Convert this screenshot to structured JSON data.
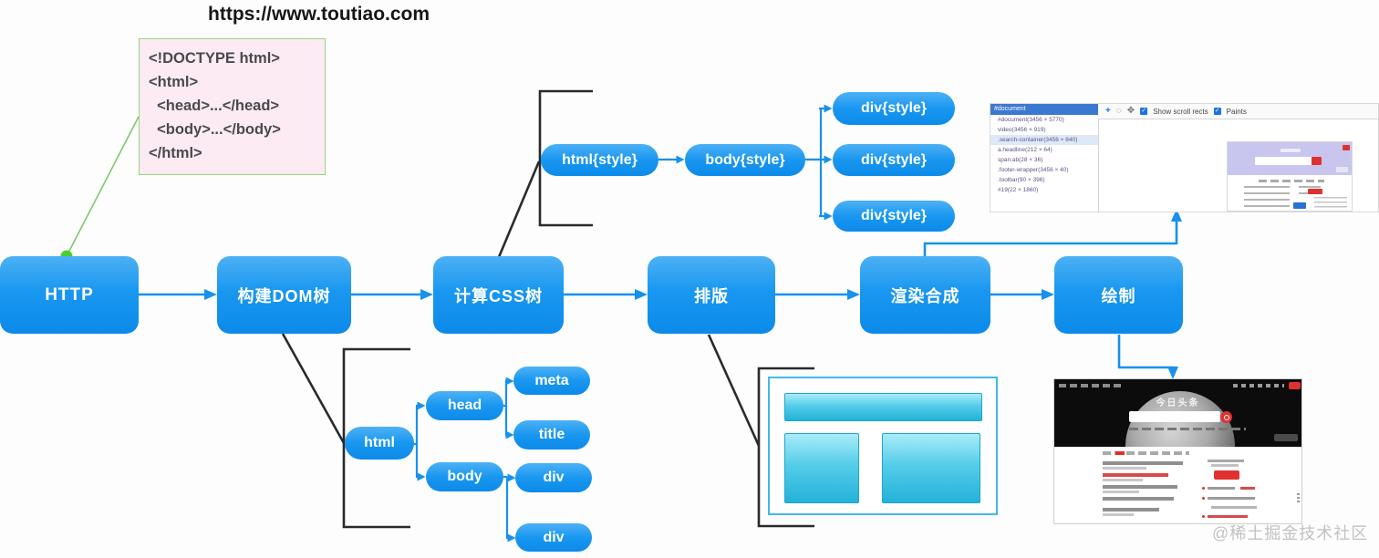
{
  "page": {
    "url": "https://www.toutiao.com",
    "watermark": "@稀土掘金技术社区"
  },
  "code_box": {
    "lines": [
      "<!DOCTYPE html>",
      "<html>",
      "  <head>...</head>",
      "  <body>...</body>",
      "</html>"
    ]
  },
  "flow": {
    "nodes": [
      {
        "label": "HTTP"
      },
      {
        "label": "构建DOM树"
      },
      {
        "label": "计算CSS树"
      },
      {
        "label": "排版"
      },
      {
        "label": "渲染合成"
      },
      {
        "label": "绘制"
      }
    ]
  },
  "css_tree": {
    "root": "html{style}",
    "child": "body{style}",
    "leaves": [
      "div{style}",
      "div{style}",
      "div{style}"
    ]
  },
  "dom_tree": {
    "root": "html",
    "head": "head",
    "meta": "meta",
    "title": "title",
    "body": "body",
    "div1": "div",
    "div2": "div"
  },
  "devtools": {
    "selected_layer": "#document",
    "layers": [
      "#document(3456 × 5770)",
      "video(3456 × 919)",
      ".search-container(3456 × 840)",
      "a.headline(212 × 64)",
      "span.ab(28 × 36)",
      ".footer-wrapper(3456 × 40)",
      ".toolbar(90 × 396)",
      "#19(22 × 1860)"
    ],
    "toolbar": {
      "show_scroll_rects": "Show scroll rects",
      "paints": "Paints",
      "plus": "+",
      "rotate": "◌",
      "pan": "✥",
      "check": "✓"
    }
  },
  "toutiao_page": {
    "logo": "今日头条"
  },
  "colors": {
    "node_blue": "#1997f0",
    "arrow_blue": "#1791ec",
    "line_black": "#2a2a2a",
    "green": "#57cf32",
    "pink_bg": "#fcebf3",
    "cyan_border": "#41b9e8",
    "red_accent": "#e03131"
  }
}
